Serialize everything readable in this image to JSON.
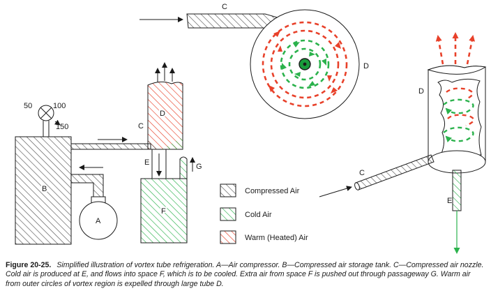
{
  "labels": {
    "nozzle_top": "C",
    "vortex_tube_top": "D",
    "gauge_50": "50",
    "gauge_100": "100",
    "gauge_150": "150",
    "tank": "B",
    "compressor": "A",
    "warm_tube": "D",
    "nozzle_mid": "C",
    "cold_exit": "E",
    "passage": "G",
    "space": "F",
    "tube_right": "D",
    "nozzle_right": "C",
    "cold_exit_right": "E"
  },
  "legend": [
    {
      "label": "Compressed Air",
      "color": "#555555"
    },
    {
      "label": "Cold Air",
      "color": "#2bb24c"
    },
    {
      "label": "Warm (Heated) Air",
      "color": "#e8412a"
    }
  ],
  "colors": {
    "compressed": "#555555",
    "cold": "#2bb24c",
    "warm": "#e8412a",
    "hub": "#1a9c3c"
  },
  "caption": {
    "figure": "Figure 20-25.",
    "text": "Simplified illustration of vortex tube refrigeration. A—Air compressor. B—Compressed air storage tank. C—Compressed air nozzle. Cold air is produced at E, and flows into space F, which is to be cooled. Extra air from space F is pushed out through passageway G. Warm air from outer circles of vortex region is expelled through large tube D."
  }
}
